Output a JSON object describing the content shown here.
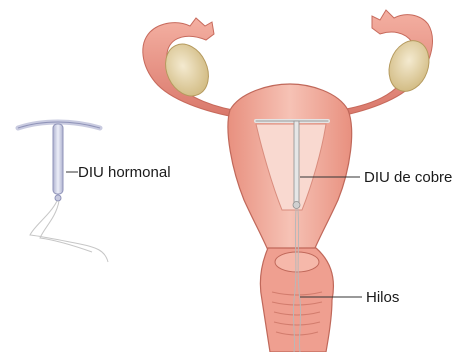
{
  "labels": {
    "hormonal_iud": "DIU hormonal",
    "copper_iud": "DIU de cobre",
    "strings": "Hilos"
  },
  "colors": {
    "tissue_light": "#f3b3a6",
    "tissue_mid": "#e9907f",
    "tissue_dark": "#cf6b5c",
    "ovary": "#e8d6a8",
    "iud_hormonal": "#c9cbe0",
    "iud_copper": "#d8d8d8",
    "label_text": "#1a1a1a",
    "leader_line": "#333333"
  }
}
